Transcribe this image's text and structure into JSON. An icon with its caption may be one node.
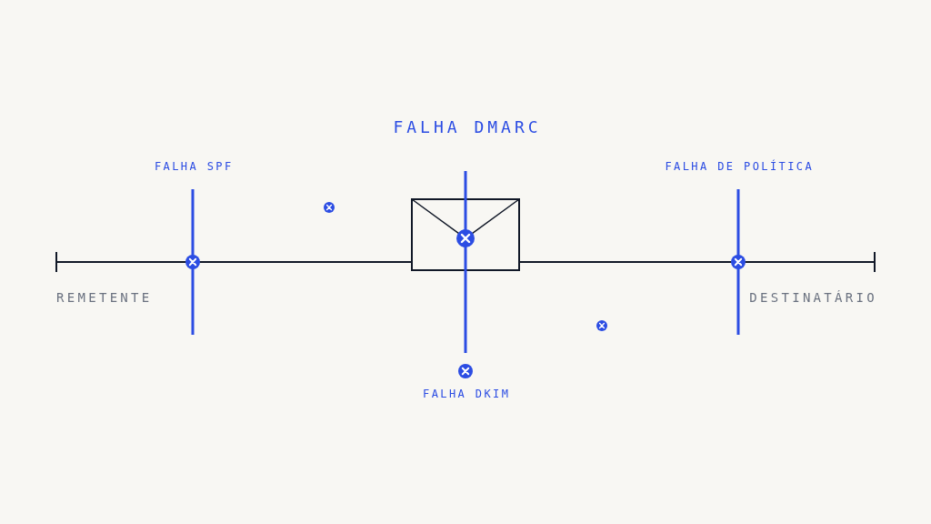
{
  "diagram": {
    "title": "FALHA DMARC",
    "nodes": [
      {
        "text": [],
        "shape": "bar",
        "beside": [
          "REMETENTE"
        ]
      },
      {
        "text": [],
        "shape": "picture"
      },
      {
        "text": [],
        "shape": "bar",
        "beside": [
          "DESTINATÁRIO"
        ]
      }
    ],
    "edges": [
      {
        "from": 0,
        "to": 1,
        "arrow": "none"
      },
      {
        "from": 1,
        "to": 2,
        "arrow": "none"
      }
    ],
    "labels": [
      "FALHA SPF",
      "FALHA DE POLÍTICA",
      "FALHA DKIM"
    ]
  }
}
